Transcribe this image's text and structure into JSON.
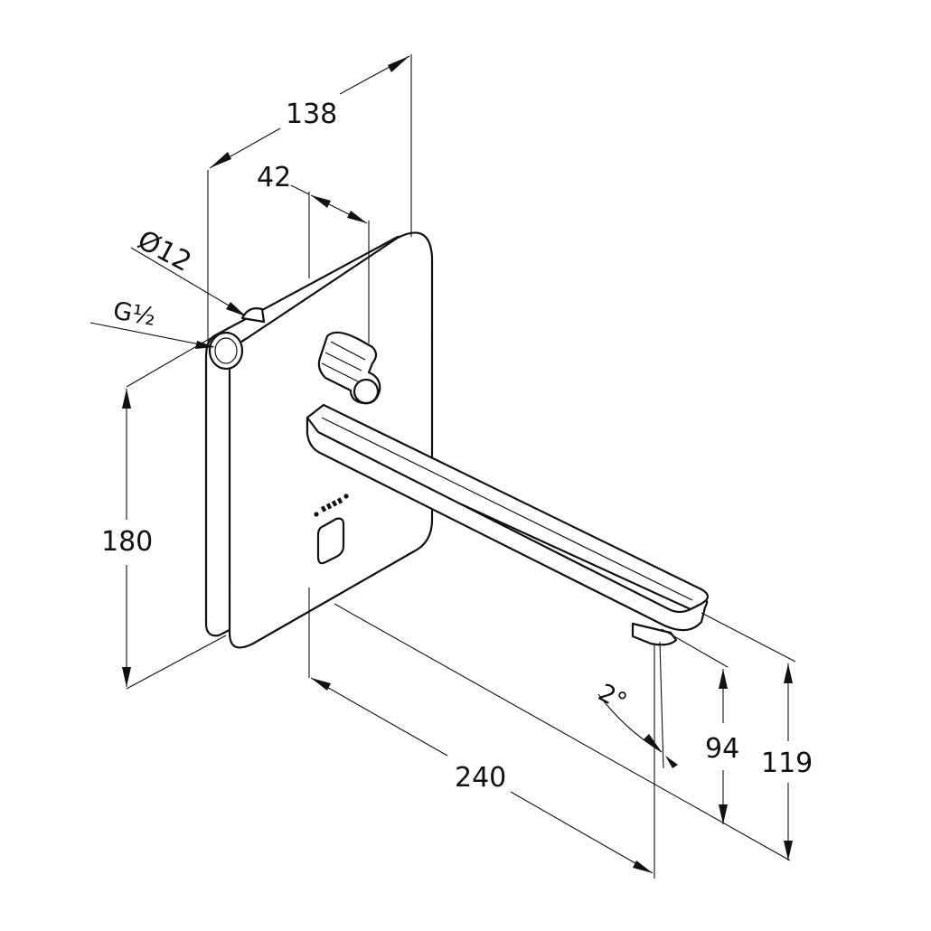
{
  "dimensions": {
    "width_138": "138",
    "offset_42": "42",
    "diameter_12": "Ø12",
    "thread": "G½",
    "height_180": "180",
    "projection_240": "240",
    "angle_2": "2°",
    "height_94": "94",
    "height_119": "119"
  },
  "colors": {
    "line": "#111111",
    "background": "#ffffff"
  }
}
